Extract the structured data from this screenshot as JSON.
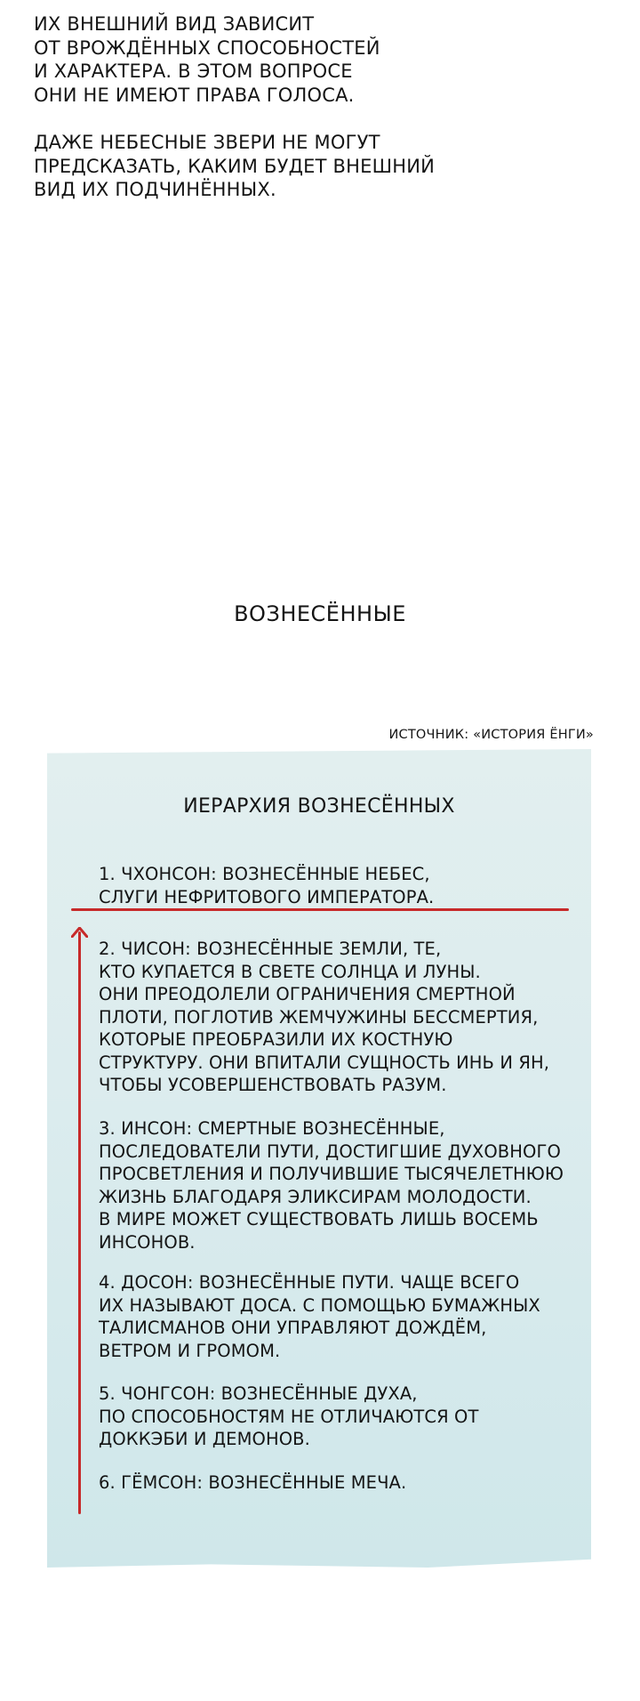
{
  "intro": {
    "paragraphs": [
      {
        "lines": [
          "Их внешний вид зависит",
          "от врождённых способностей",
          "и характера. В этом вопросе",
          "они не имеют права голоса."
        ]
      },
      {
        "lines": [
          "Даже небесные звери не могут",
          "предсказать, каким будет внешний",
          "вид их подчинённых."
        ]
      }
    ]
  },
  "section_title": "ВОЗНЕСЁННЫЕ",
  "source": "ИСТОЧНИК: «ИСТОРИЯ ЁНГИ»",
  "panel": {
    "title": "ИЕРАРХИЯ ВОЗНЕСЁННЫХ",
    "accent_color": "#c72a2a",
    "background_color": "#dcecee",
    "items": [
      {
        "lines": [
          "1. ЧХОНСОН: ВОЗНЕСЁННЫЕ НЕБЕС,",
          "СЛУГИ НЕФРИТОВОГО ИМПЕРАТОРА."
        ]
      },
      {
        "lines": [
          "2. ЧИСОН: ВОЗНЕСЁННЫЕ ЗЕМЛИ, ТЕ,",
          "КТО КУПАЕТСЯ В СВЕТЕ СОЛНЦА И ЛУНЫ.",
          "ОНИ ПРЕОДОЛЕЛИ ОГРАНИЧЕНИЯ СМЕРТНОЙ",
          "ПЛОТИ, ПОГЛОТИВ ЖЕМЧУЖИНЫ БЕССМЕРТИЯ,",
          "КОТОРЫЕ ПРЕОБРАЗИЛИ ИХ КОСТНУЮ",
          "СТРУКТУРУ. ОНИ ВПИТАЛИ СУЩНОСТЬ ИНЬ И ЯН,",
          "ЧТОБЫ УСОВЕРШЕНСТВОВАТЬ РАЗУМ."
        ]
      },
      {
        "lines": [
          "3. ИНСОН: СМЕРТНЫЕ ВОЗНЕСЁННЫЕ,",
          "ПОСЛЕДОВАТЕЛИ ПУТИ, ДОСТИГШИЕ ДУХОВНОГО",
          "ПРОСВЕТЛЕНИЯ И ПОЛУЧИВШИЕ ТЫСЯЧЕЛЕТНЮЮ",
          "ЖИЗНЬ БЛАГОДАРЯ ЭЛИКСИРАМ МОЛОДОСТИ.",
          "В МИРЕ МОЖЕТ СУЩЕСТВОВАТЬ ЛИШЬ ВОСЕМЬ",
          "ИНСОНОВ."
        ]
      },
      {
        "lines": [
          "4. ДОСОН: ВОЗНЕСЁННЫЕ ПУТИ. ЧАЩЕ ВСЕГО",
          "ИХ НАЗЫВАЮТ ДОСА. С ПОМОЩЬЮ БУМАЖНЫХ",
          "ТАЛИСМАНОВ ОНИ УПРАВЛЯЮТ ДОЖДЁМ,",
          "ВЕТРОМ И ГРОМОМ."
        ]
      },
      {
        "lines": [
          "5. ЧОНГСОН: ВОЗНЕСЁННЫЕ ДУХА,",
          "ПО СПОСОБНОСТЯМ НЕ ОТЛИЧАЮТСЯ ОТ",
          "ДОККЭБИ И ДЕМОНОВ."
        ]
      },
      {
        "lines": [
          "6. ГЁМСОН: ВОЗНЕСЁННЫЕ МЕЧА."
        ]
      }
    ]
  }
}
